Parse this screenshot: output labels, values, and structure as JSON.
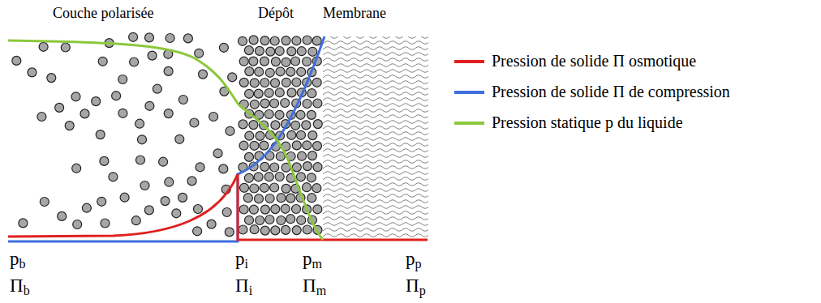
{
  "diagram": {
    "labels": [
      "Couche polarisée",
      "Dépôt",
      "Membrane",
      "pb",
      "Πb",
      "pi",
      "Πi",
      "pm",
      "Πm",
      "pp",
      "Πp"
    ],
    "legend": [
      {
        "text": "Pression de solide Π osmotique"
      },
      {
        "text": "Pression de solide Π de compression"
      },
      {
        "text": "Pression statique p du liquide"
      }
    ]
  }
}
